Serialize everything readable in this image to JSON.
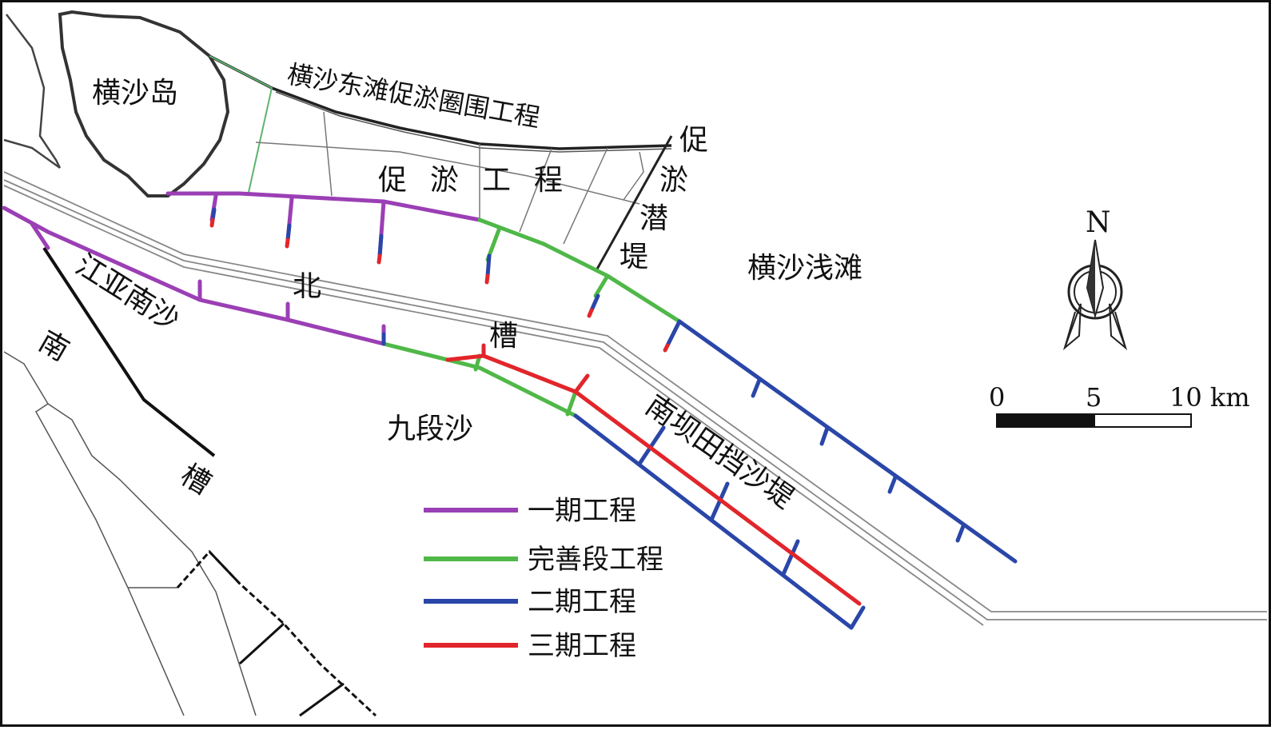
{
  "labels": {
    "hengsha_island": "横沙岛",
    "hengsha_east_project": "横沙东滩促淤圈围工程",
    "siltation_project": [
      "促",
      "淤",
      "工",
      "程"
    ],
    "siltation_dike": [
      "促",
      "淤",
      "潜",
      "堤"
    ],
    "hengsha_shoal": "横沙浅滩",
    "jiangya_nansha": "江亚南沙",
    "north_channel": [
      "北",
      "槽"
    ],
    "south_channel": [
      "南",
      "槽"
    ],
    "jiuduansha": "九段沙",
    "south_dam_dike": "南坝田挡沙堤"
  },
  "legend": [
    {
      "label": "一期工程",
      "color": "#9b3fb5"
    },
    {
      "label": "完善段工程",
      "color": "#4fb848"
    },
    {
      "label": "二期工程",
      "color": "#2a46a8"
    },
    {
      "label": "三期工程",
      "color": "#e1262b"
    }
  ],
  "north_arrow": {
    "label": "N",
    "icon": "north-arrow-icon"
  },
  "scale_bar": {
    "ticks": [
      "0",
      "5",
      "10 km"
    ]
  },
  "colors": {
    "phase1": "#9b3fb5",
    "improve": "#4fb848",
    "phase2": "#2a46a8",
    "phase3": "#e1262b"
  }
}
